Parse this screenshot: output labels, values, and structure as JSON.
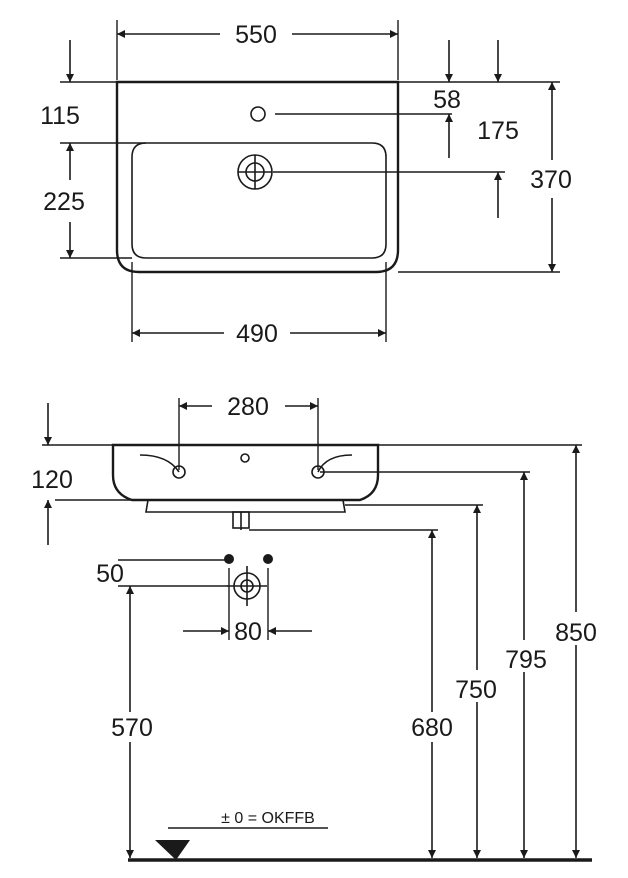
{
  "top_view": {
    "dim_width": "550",
    "dim_inner_width": "490",
    "dim_tap_from_back": "115",
    "dim_basin_depth": "225",
    "dim_tap_hole": "58",
    "dim_drain_from_back": "175",
    "dim_depth": "370"
  },
  "front_view": {
    "dim_fixing_spacing": "280",
    "dim_fixing_height": "120",
    "dim_supply_height": "50",
    "dim_supply_spacing": "80",
    "dim_supply_from_floor": "570",
    "dim_waste_height": "680",
    "dim_underside_height": "750",
    "dim_overflow_height": "795",
    "dim_rim_height": "850",
    "floor_reference": "± 0 = OKFFB"
  },
  "colors": {
    "line": "#1a1a1a",
    "background": "#ffffff"
  }
}
